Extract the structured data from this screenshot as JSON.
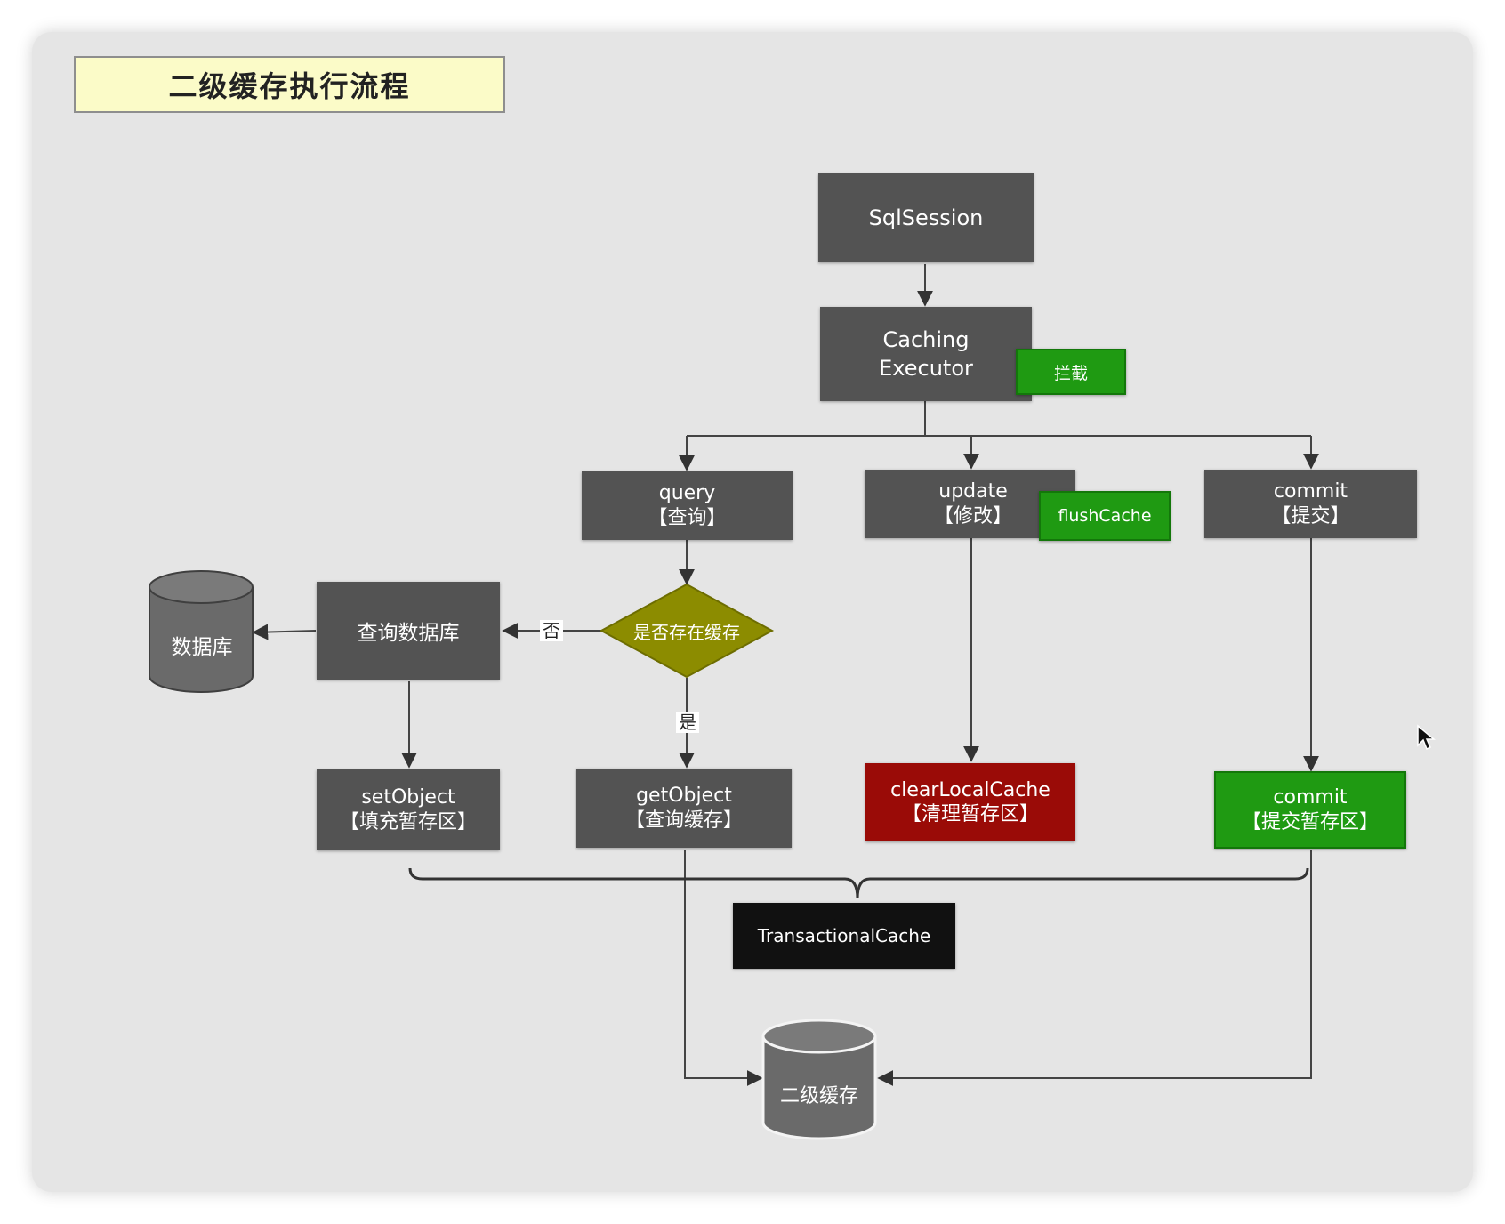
{
  "title": "二级缓存执行流程",
  "nodes": {
    "sqlsession": "SqlSession",
    "caching_executor": [
      "Caching",
      "Executor"
    ],
    "intercept_badge": "拦截",
    "query": [
      "query",
      "【查询】"
    ],
    "update": [
      "update",
      "【修改】"
    ],
    "flush_cache_badge": "flushCache",
    "commit": [
      "commit",
      "【提交】"
    ],
    "database": "数据库",
    "query_db": "查询数据库",
    "decision": "是否存在缓存",
    "set_object": [
      "setObject",
      "【填充暂存区】"
    ],
    "get_object": [
      "getObject",
      "【查询缓存】"
    ],
    "clear_local_cache": [
      "clearLocalCache",
      "【清理暂存区】"
    ],
    "commit_staging": [
      "commit",
      "【提交暂存区】"
    ],
    "transactional_cache": "TransactionalCache",
    "second_level_cache": "二级缓存"
  },
  "edge_labels": {
    "no": "否",
    "yes": "是"
  },
  "colors": {
    "dark_node": "#535353",
    "green_node": "#1f9a12",
    "red_node": "#9a0b07",
    "decision": "#8c8c00",
    "title_fill": "#fbfbc8"
  }
}
